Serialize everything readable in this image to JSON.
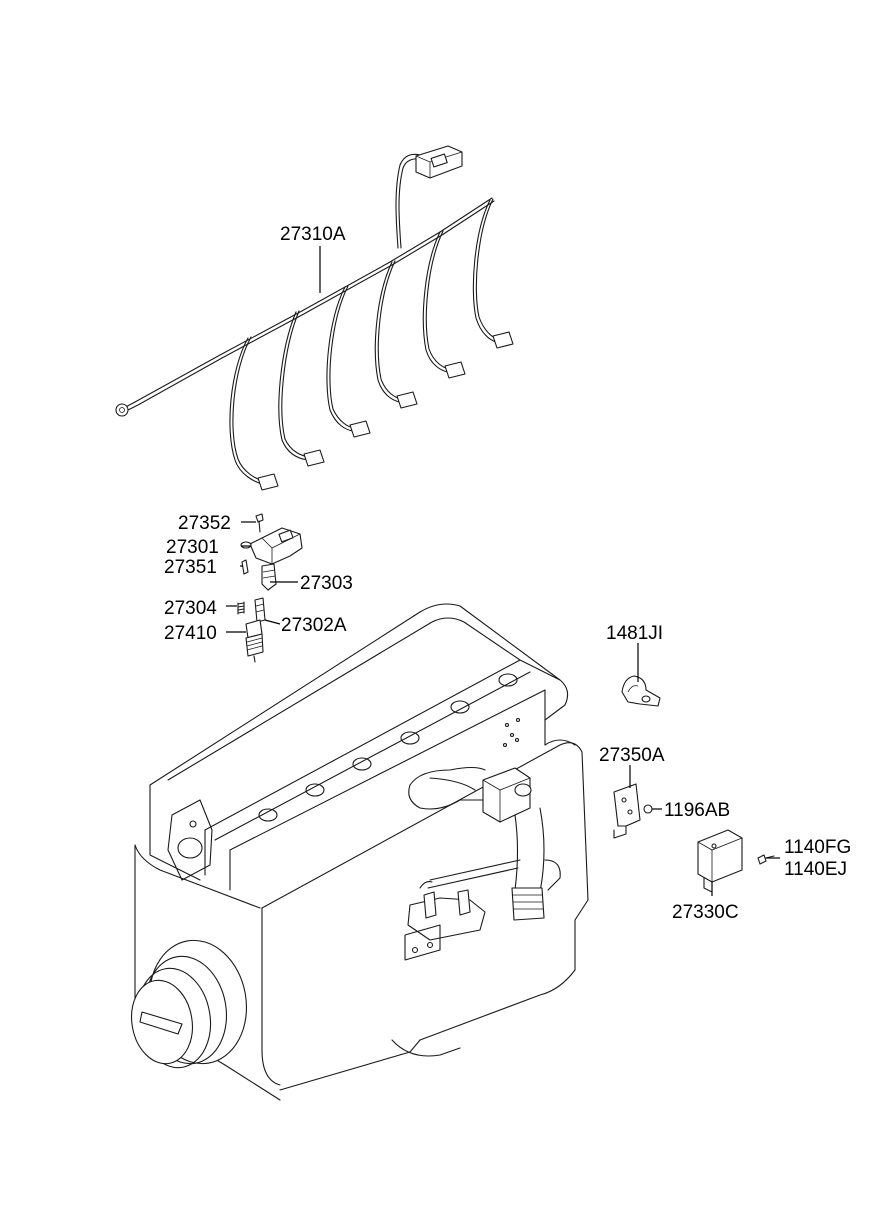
{
  "labels": {
    "harness": "27310A",
    "bolt_top": "27352",
    "coil": "27301",
    "pin": "27351",
    "boot": "27303",
    "spring": "27304",
    "plug_cap": "27302A",
    "spark_plug": "27410",
    "clamp": "1481JI",
    "bracket": "27350A",
    "nut": "1196AB",
    "screw_1": "1140FG",
    "screw_2": "1140EJ",
    "cover": "27330C"
  }
}
